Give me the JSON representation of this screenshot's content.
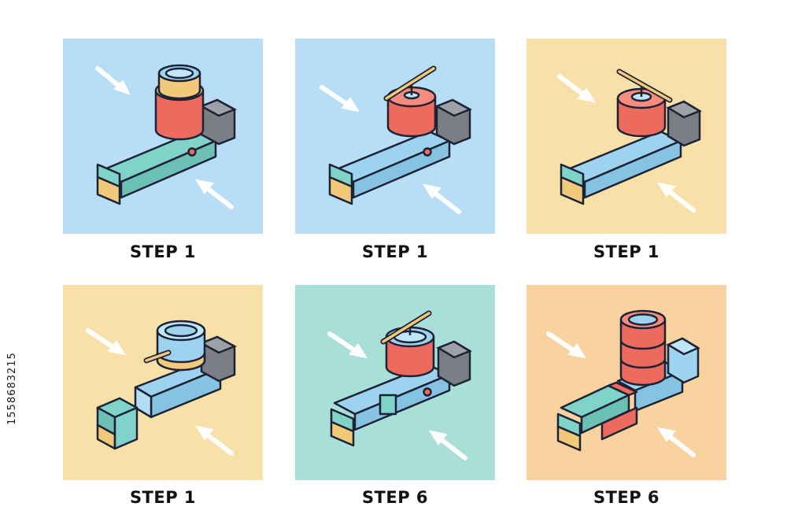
{
  "colors": {
    "blue": "#b7ddf7",
    "yellow": "#f8e1a9",
    "teal": "#a9dfd9",
    "peach": "#f8d3a0",
    "pipe_teal": "#7fd3c8",
    "pipe_blue": "#9ed3f0",
    "red": "#ec6b5e",
    "end_yellow": "#f2c97a",
    "valve_gray": "#7b7f85",
    "outline": "#1e2235"
  },
  "panels": [
    {
      "caption": "STEP 1",
      "bg": "#b7ddf7",
      "handle": false,
      "cylinder": "short",
      "pipe": "#7fd3c8"
    },
    {
      "caption": "STEP 1",
      "bg": "#b7ddf7",
      "handle": true,
      "cylinder": "short",
      "pipe": "#9ed3f0"
    },
    {
      "caption": "STEP 1",
      "bg": "#f8e1a9",
      "handle": true,
      "cylinder": "short",
      "pipe": "#9ed3f0"
    },
    {
      "caption": "STEP 1",
      "bg": "#f8e1a9",
      "handle": false,
      "cylinder": "blue",
      "pipe": "#9ed3f0"
    },
    {
      "caption": "STEP 6",
      "bg": "#a9dfd9",
      "handle": true,
      "cylinder": "short",
      "pipe": "#9ed3f0"
    },
    {
      "caption": "STEP 6",
      "bg": "#f8d3a0",
      "handle": false,
      "cylinder": "tall",
      "pipe": "#7fd3c8"
    }
  ],
  "side_id": "1558683215"
}
